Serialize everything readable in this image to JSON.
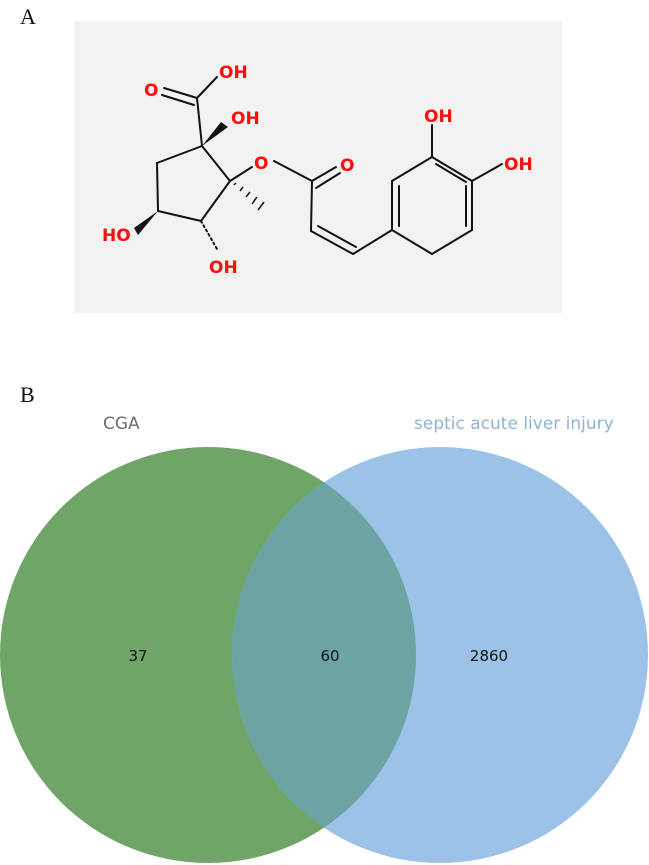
{
  "panels": {
    "a_label": "A",
    "b_label": "B"
  },
  "molecule": {
    "atoms": [
      "OH",
      "O",
      "OH",
      "O",
      "O",
      "OH",
      "OH",
      "HO",
      "OH"
    ],
    "colors": {
      "oxygen": "#ff0d0d",
      "bond": "#111111",
      "background": "#f2f2f2"
    }
  },
  "venn": {
    "sets": [
      {
        "label": "CGA",
        "color": "#6fa566"
      },
      {
        "label": "septic acute liver injury",
        "color": "#9cc2e8"
      }
    ],
    "counts": {
      "left_only": "37",
      "overlap": "60",
      "right_only": "2860"
    },
    "overlap_color": "#6ca3a3"
  }
}
